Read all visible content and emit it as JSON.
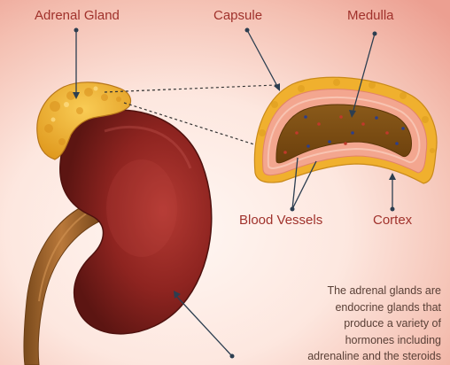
{
  "labels": {
    "adrenal_gland": "Adrenal Gland",
    "capsule": "Capsule",
    "medulla": "Medulla",
    "blood_vessels": "Blood Vessels",
    "cortex": "Cortex"
  },
  "description": {
    "lines": [
      "The adrenal glands are",
      "endocrine glands that",
      "produce a variety of",
      "hormones including",
      "adrenaline and the steroids"
    ]
  },
  "colors": {
    "label_text": "#a0322c",
    "kidney": "#8e2420",
    "adrenal_gland": "#f0b02e",
    "cortex": "#f3a68f",
    "medulla": "#7d4e12",
    "pointer_line": "#2c3e50"
  }
}
